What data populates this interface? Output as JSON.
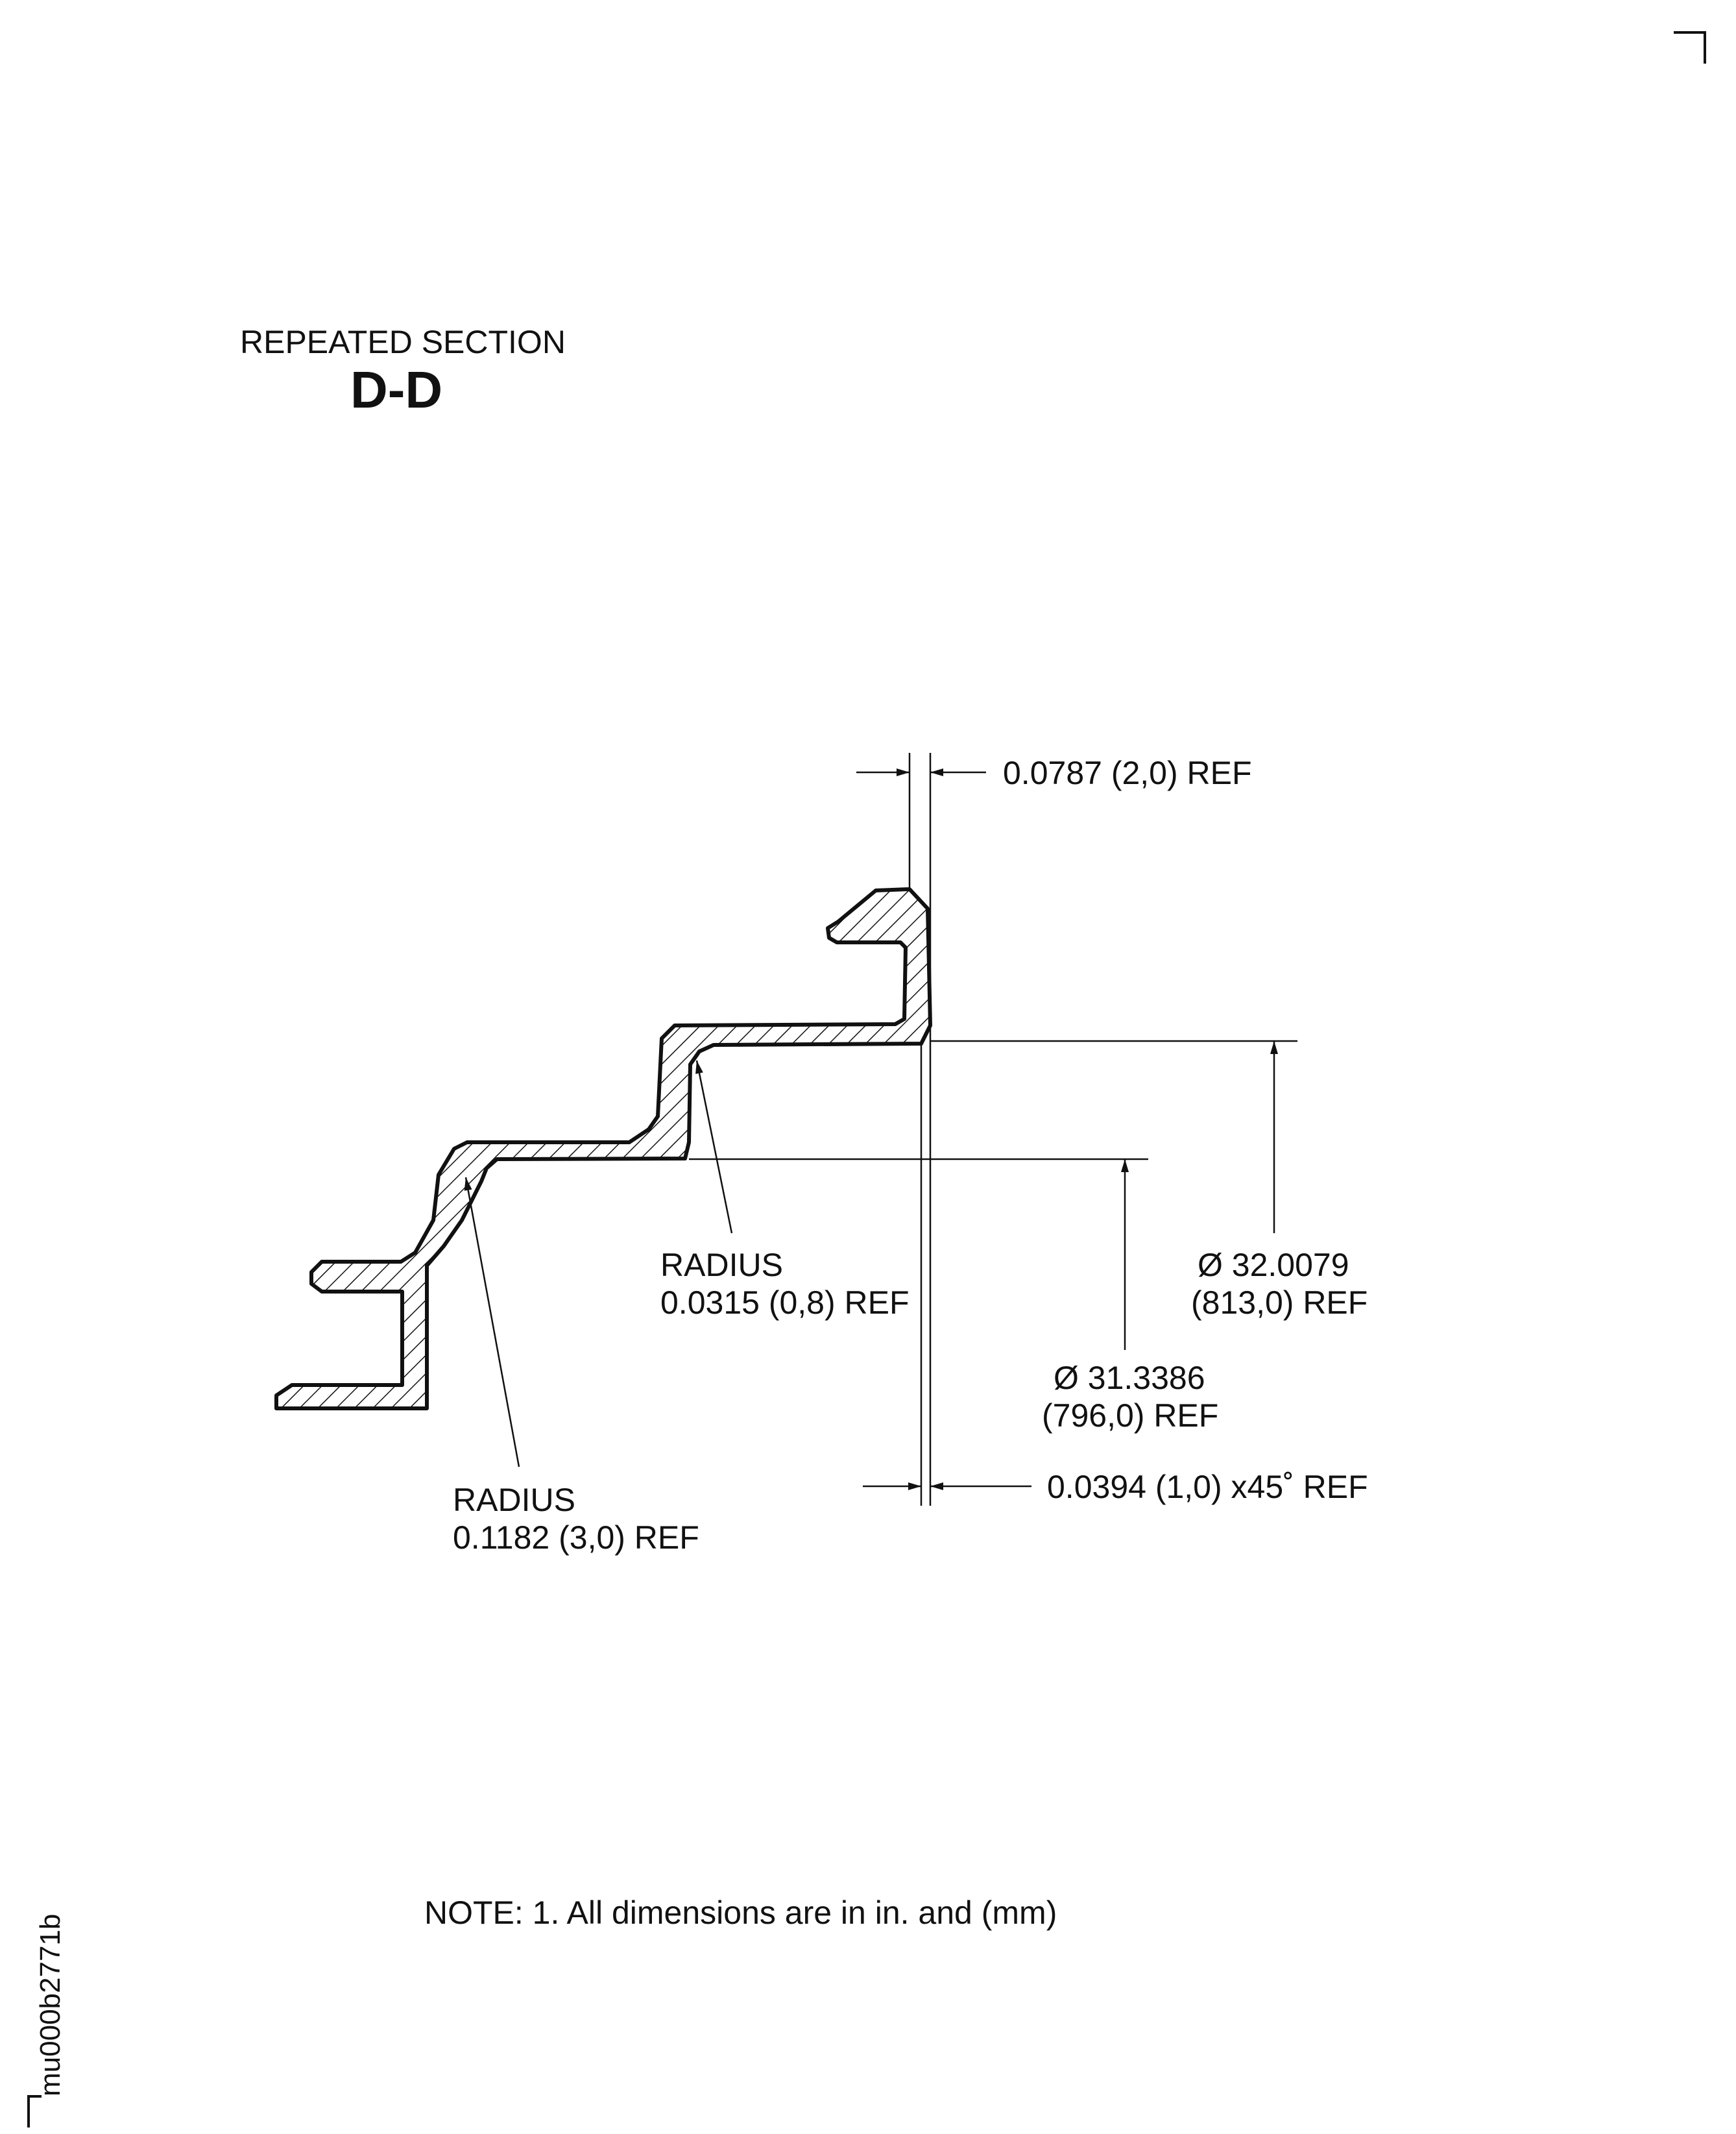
{
  "title": {
    "subtitle": "REPEATED SECTION",
    "section_id": "D-D"
  },
  "dimensions": {
    "wall_thickness": "0.0787 (2,0) REF",
    "inner_radius_label": "RADIUS",
    "inner_radius_value": "0.0315 (0,8) REF",
    "outer_radius_label": "RADIUS",
    "outer_radius_value": "0.1182 (3,0) REF",
    "dia_large_in": "Ø 32.0079",
    "dia_large_mm": "(813,0) REF",
    "dia_small_in": "Ø 31.3386",
    "dia_small_mm": "(796,0) REF",
    "chamfer": "0.0394 (1,0) x45˚ REF"
  },
  "note": "NOTE: 1. All dimensions are in in. and (mm)",
  "drawing_id": "mu000b2771b"
}
